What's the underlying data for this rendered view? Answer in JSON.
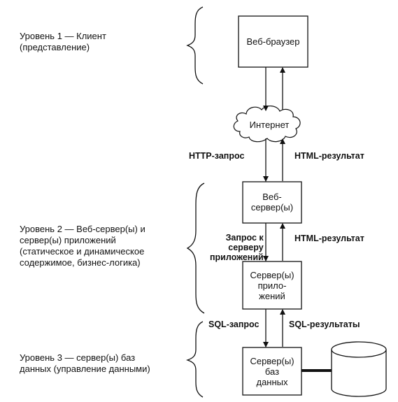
{
  "levels": {
    "level1": "Уровень 1 — Клиент\n(представление)",
    "level2": "Уровень 2 — Веб-сервер(ы) и\nсервер(ы) приложений\n(статическое и динамическое\nсодержимое, бизнес-логика)",
    "level3": "Уровень 3 — сервер(ы) баз\nданных (управление данными)"
  },
  "nodes": {
    "browser": "Веб-браузер",
    "internet": "Интернет",
    "webserver": "Веб-\nсервер(ы)",
    "appserver": "Сервер(ы)\nприло-\nжений",
    "dbserver": "Сервер(ы)\nбаз\nданных"
  },
  "arrows": {
    "http_request": "HTTP-запрос",
    "html_result_1": "HTML-результат",
    "app_request": "Запрос к\nсерверу\nприложений",
    "html_result_2": "HTML-результат",
    "sql_request": "SQL-запрос",
    "sql_results": "SQL-результаты"
  }
}
